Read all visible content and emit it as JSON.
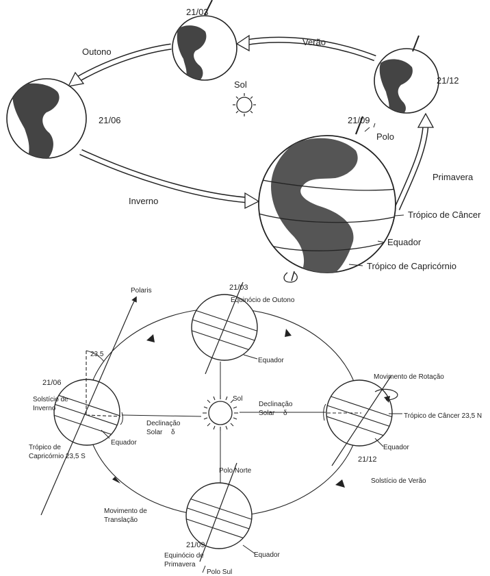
{
  "top": {
    "dates": {
      "mar": "21/03",
      "jun": "21/06",
      "sep": "21/09",
      "dec": "21/12"
    },
    "seasons": {
      "autumn": "Outono",
      "summer": "Verão",
      "winter": "Inverno",
      "spring": "Primavera"
    },
    "sun": "Sol",
    "labels": {
      "pole": "Polo",
      "tropic_cancer": "Trópico de Câncer",
      "equator": "Equador",
      "tropic_capricorn": "Trópico de Capricórnio"
    }
  },
  "bottom": {
    "dates": {
      "mar": "21/03",
      "jun": "21/06",
      "sep": "21/09",
      "dec": "21/12"
    },
    "polaris": "Polaris",
    "angle": "23,5",
    "sun": "Sol",
    "declination_left": [
      "Declinação",
      "Solar",
      "δ"
    ],
    "declination_right": [
      "Declinação",
      "Solar",
      "δ"
    ],
    "autumn_equinox": "Equinócio de Outono",
    "winter_solstice": [
      "Solstício de",
      "Inverno"
    ],
    "tropic_capricorn": [
      "Trópico de",
      "Capricórnio 23,5 S"
    ],
    "equator": "Equador",
    "rotation": "Movimento de Rotação",
    "tropic_cancer": "Trópico de Câncer 23,5 N",
    "summer_solstice": "Solstício de Verão",
    "north_pole": "Polo Norte",
    "south_pole": "Polo Sul",
    "translation": [
      "Movimento de",
      "Translação"
    ],
    "spring_equinox": [
      "Equinócio de",
      "Primavera"
    ]
  }
}
